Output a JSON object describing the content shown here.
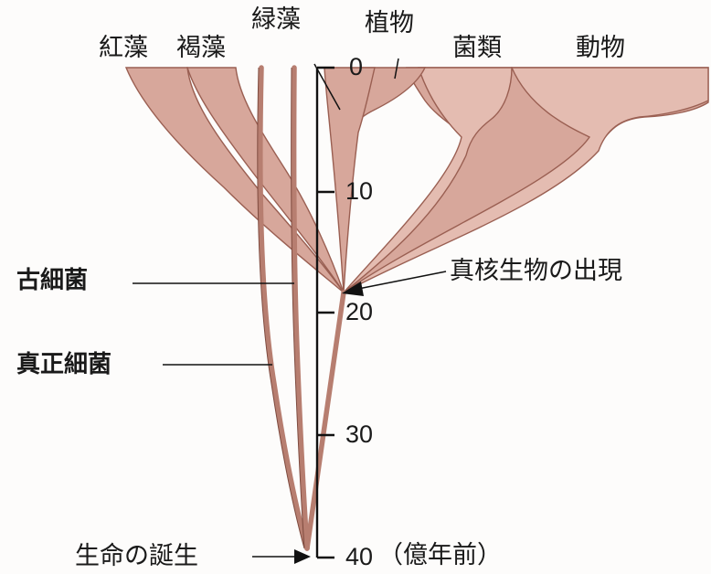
{
  "diagram": {
    "taxa": {
      "red_algae": "紅藻",
      "brown_algae": "褐藻",
      "green_algae": "緑藻",
      "plants": "植物",
      "fungi": "菌類",
      "animals": "動物"
    },
    "side_labels": {
      "archaea": "古細菌",
      "bacteria": "真正細菌"
    },
    "annotations": {
      "eukaryote_origin": "真核生物の出現",
      "origin_of_life": "生命の誕生"
    },
    "axis": {
      "ticks": [
        "0",
        "10",
        "20",
        "30",
        "40"
      ],
      "unit": "（億年前）"
    },
    "colors": {
      "branch_fill": "#d7a79b",
      "branch_stroke": "#9a5f52",
      "axis": "#111111"
    }
  }
}
